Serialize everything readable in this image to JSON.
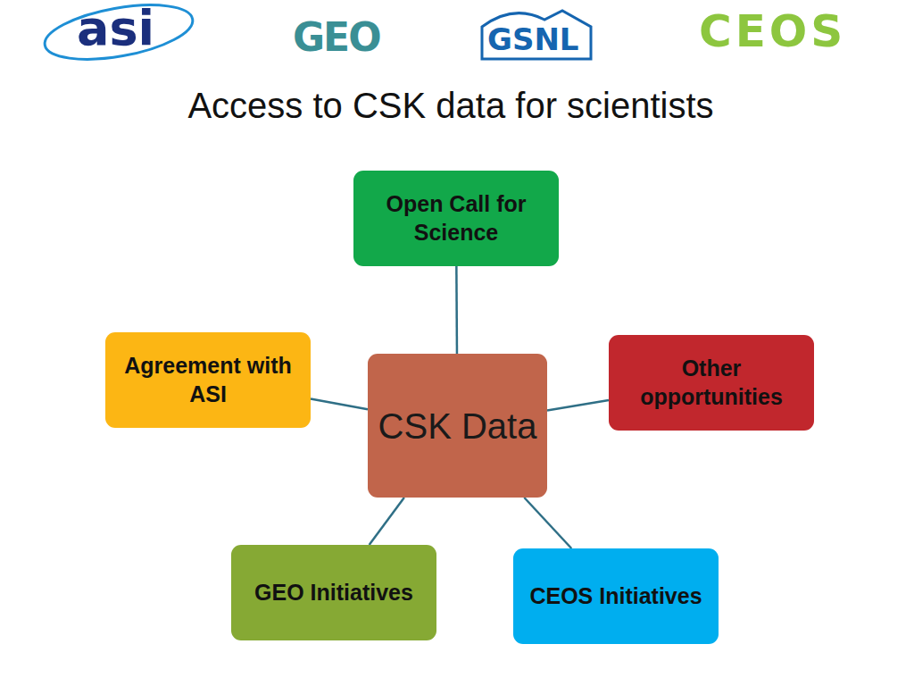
{
  "diagram": {
    "title": "Access to CSK data for scientists",
    "nodes": [
      {
        "text": [
          "Open Call for Science"
        ]
      },
      {
        "text": [
          "Agreement with ASI"
        ]
      },
      {
        "text": [
          "CSK Data"
        ]
      },
      {
        "text": [
          "Other opportunities"
        ]
      },
      {
        "text": [
          "GEO Initiatives"
        ]
      },
      {
        "text": [
          "CEOS Initiatives"
        ]
      }
    ],
    "edges": [
      {
        "from": 2,
        "to": 0,
        "arrow": "none"
      },
      {
        "from": 2,
        "to": 1,
        "arrow": "none"
      },
      {
        "from": 2,
        "to": 3,
        "arrow": "none"
      },
      {
        "from": 2,
        "to": 4,
        "arrow": "none"
      },
      {
        "from": 2,
        "to": 5,
        "arrow": "none"
      }
    ],
    "labels": [
      "asi",
      "GEO",
      "GSNL",
      "CEOS"
    ]
  }
}
